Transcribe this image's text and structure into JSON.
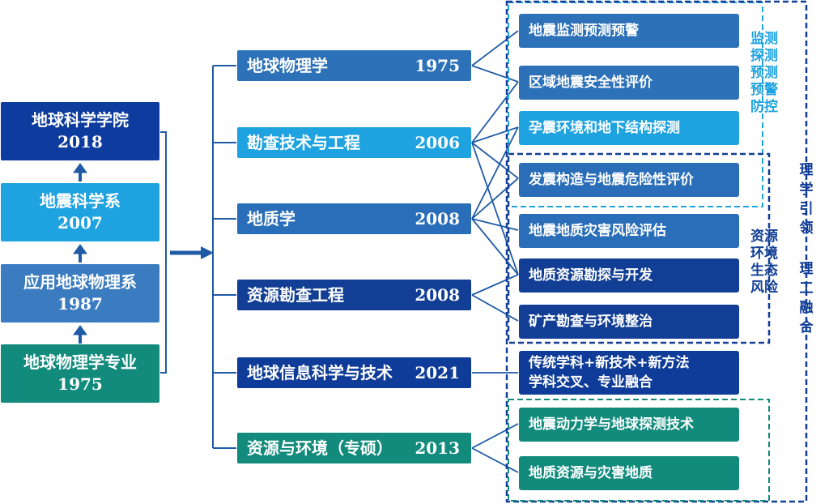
{
  "left_column": [
    {
      "name": "地球科学学院",
      "year": "2018",
      "color": "#0d3b9e"
    },
    {
      "name": "地震科学系",
      "year": "2007",
      "color": "#1fa3e0"
    },
    {
      "name": "应用地球物理系",
      "year": "1987",
      "color": "#3b7cc0"
    },
    {
      "name": "地球物理学专业",
      "year": "1975",
      "color": "#128b7c"
    }
  ],
  "middle_column": [
    {
      "name": "地球物理学",
      "year": "1975",
      "color": "#2d71b8"
    },
    {
      "name": "勘查技术与工程",
      "year": "2006",
      "color": "#1fa3e0"
    },
    {
      "name": "地质学",
      "year": "2008",
      "color": "#2a6db8"
    },
    {
      "name": "资源勘查工程",
      "year": "2008",
      "color": "#123f95"
    },
    {
      "name": "地球信息科学与技术",
      "year": "2021",
      "color": "#0f3c98"
    },
    {
      "name": "资源与环境（专硕）",
      "year": "2013",
      "color": "#128b7c"
    }
  ],
  "right_column": [
    {
      "lines": [
        "地震监测预测预警"
      ],
      "color": "#2d71b8"
    },
    {
      "lines": [
        "区域地震安全性评价"
      ],
      "color": "#2d71b8"
    },
    {
      "lines": [
        "孕震环境和地下结构探测"
      ],
      "color": "#1fa3e0"
    },
    {
      "lines": [
        "发震构造与地震危险性评价"
      ],
      "color": "#2a6db8"
    },
    {
      "lines": [
        "地震地质灾害风险评估"
      ],
      "color": "#2a6db8"
    },
    {
      "lines": [
        "地质资源勘探与开发"
      ],
      "color": "#123f95"
    },
    {
      "lines": [
        "矿产勘查与环境整治"
      ],
      "color": "#123f95"
    },
    {
      "lines": [
        "传统学科+新技术+新方法",
        "学科交叉、专业融合"
      ],
      "color": "#0f3c98"
    },
    {
      "lines": [
        "地震动力学与地球探测技术"
      ],
      "color": "#128b7c"
    },
    {
      "lines": [
        "地质资源与灾害地质"
      ],
      "color": "#128b7c"
    }
  ],
  "group_labels": {
    "monitoring": [
      "监测",
      "探测",
      "预测",
      "预警",
      "防控"
    ],
    "resources": [
      "资源",
      "环境",
      "生态",
      "风险"
    ],
    "science_lead": [
      "理",
      "学",
      "引",
      "领"
    ],
    "engineering_fusion": [
      "理",
      "工",
      "融",
      "合"
    ]
  },
  "colors": {
    "connector": "#1f5aa6",
    "monitoring_label": "#1fa3e0",
    "resources_label": "#123f95",
    "fusion_label": "#0f3c98",
    "light_frame": "#1fa3e0",
    "dark_frame": "#123f95",
    "teal_frame": "#128b7c"
  }
}
